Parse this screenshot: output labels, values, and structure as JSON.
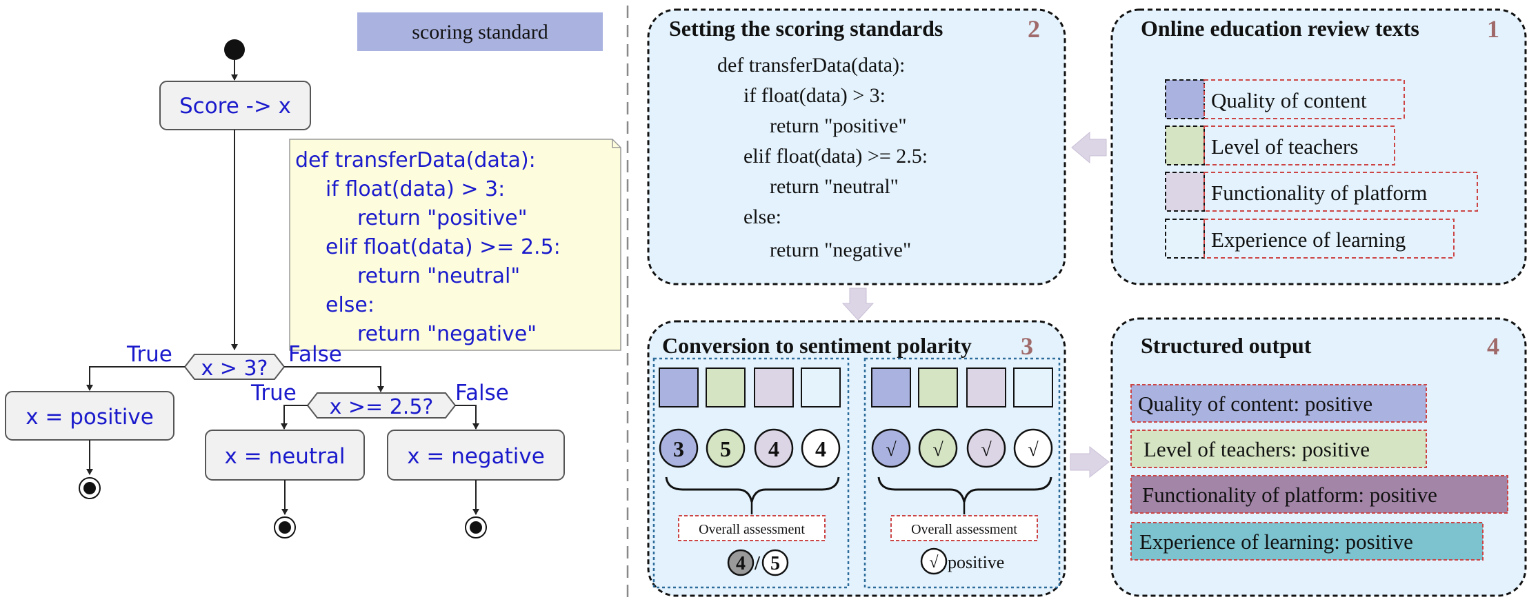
{
  "colors": {
    "quality": "#aab3e0",
    "teachers": "#d5e4c3",
    "platform": "#dcd5e5",
    "experience": "#e5f3fd",
    "panel_bg": "#e3f2fc",
    "note_bg": "#fdfddd",
    "uml_text": "#1a1acc",
    "step_number": "#a06a6a",
    "out_platform": "#a385a8",
    "out_experience": "#7cc2cf"
  },
  "flowchart": {
    "legend": "scoring standard",
    "start_node": "Score -> x",
    "condition_1": "x > 3?",
    "condition_2": "x >= 2.5?",
    "branch_true": "True",
    "branch_false": "False",
    "result_positive": "x = positive",
    "result_neutral": "x = neutral",
    "result_negative": "x = negative",
    "note_lines": [
      "def transferData(data):",
      "if float(data) > 3:",
      "return \"positive\"",
      "elif float(data) >= 2.5:",
      "return \"neutral\"",
      "else:",
      "return \"negative\""
    ]
  },
  "panel_1": {
    "title": "Online education review texts",
    "number": "1",
    "items": [
      "Quality of content",
      "Level of teachers",
      "Functionality of platform",
      "Experience of learning"
    ]
  },
  "panel_2": {
    "title": "Setting the scoring standards",
    "number": "2",
    "code_lines": [
      "def transferData(data):",
      "if float(data) > 3:",
      "return \"positive\"",
      "elif float(data) >= 2.5:",
      "return \"neutral\"",
      "else:",
      "return \"negative\""
    ]
  },
  "panel_3": {
    "title": "Conversion to sentiment polarity",
    "number": "3",
    "scores": [
      "3",
      "5",
      "4",
      "4"
    ],
    "checks": [
      "√",
      "√",
      "√",
      "√"
    ],
    "assessment_label": "Overall assessment",
    "overall_score": "4",
    "overall_separator": "/",
    "overall_max": "5",
    "overall_check": "√",
    "overall_result": "positive"
  },
  "panel_4": {
    "title": "Structured output",
    "number": "4",
    "items": [
      "Quality of content: positive",
      "Level of teachers: positive",
      "Functionality of platform: positive",
      "Experience of learning: positive"
    ]
  }
}
